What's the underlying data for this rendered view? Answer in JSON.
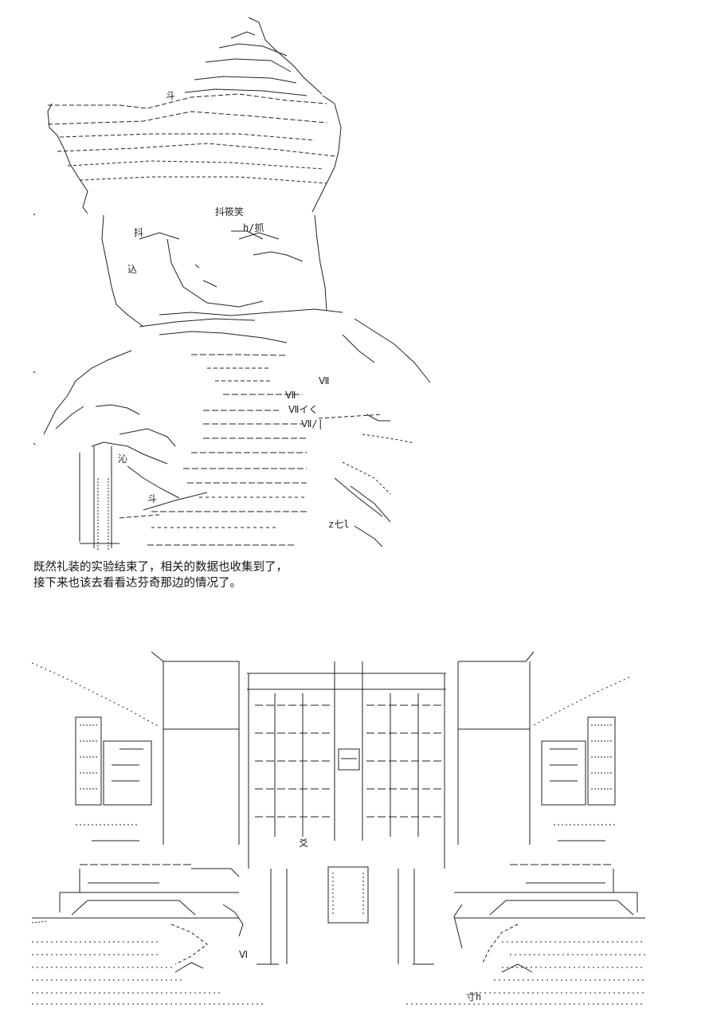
{
  "caption": {
    "line1": "既然礼装的实验结束了，相关的数据也收集到了，",
    "line2": "接下来也该去看看达芬奇那边的情况了。"
  },
  "illustrations": {
    "character": "ascii-art-girl-with-hat-and-scroll",
    "building": "ascii-art-building-facade-street-scene"
  },
  "art_text": {
    "hat_kanji": "斗",
    "eye_left": "抖",
    "eye_right": "抖筱笑",
    "mouth": "h/抓",
    "mouth2": "込",
    "hand_left": "沁",
    "hand_right": "斗",
    "roman1": "Ⅶ",
    "roman2": "Ⅶ",
    "roman3": "Ⅶイく",
    "roman4": "Ⅶ/|",
    "stamp": "z七l",
    "building_sign": "爻",
    "building_roman": "Ⅵ",
    "shadow_text": "寸h"
  },
  "colors": {
    "ink": "#1a1a1a",
    "background": "#ffffff"
  }
}
